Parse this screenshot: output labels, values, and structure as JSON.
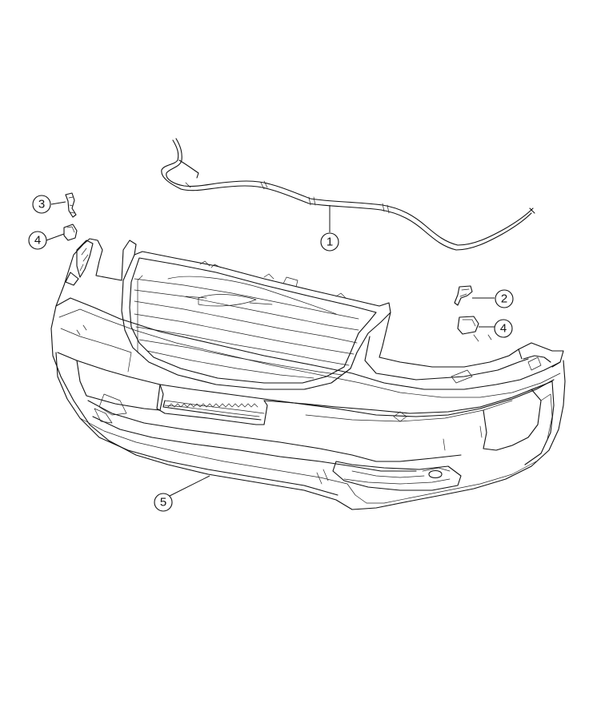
{
  "callouts": [
    {
      "id": "c1",
      "label": "1",
      "part": "washer-hose"
    },
    {
      "id": "c2",
      "label": "2",
      "part": "headlamp-washer-nozzle-right"
    },
    {
      "id": "c3",
      "label": "3",
      "part": "headlamp-washer-nozzle-left"
    },
    {
      "id": "c4a",
      "label": "4",
      "part": "nozzle-cover-left"
    },
    {
      "id": "c4b",
      "label": "4",
      "part": "nozzle-cover-right"
    },
    {
      "id": "c5",
      "label": "5",
      "part": "front-bumper-fascia"
    }
  ]
}
